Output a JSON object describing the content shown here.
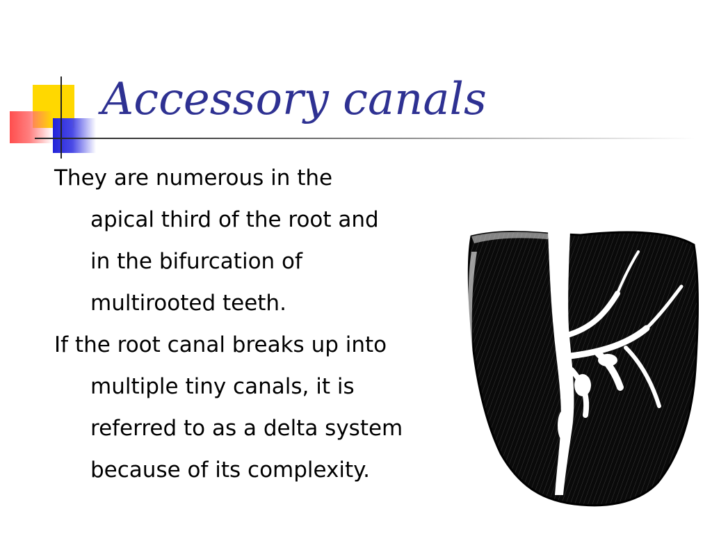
{
  "slide": {
    "title": "Accessory canals",
    "paragraphs": [
      {
        "lines": [
          "They are numerous in the",
          "apical third of the root and",
          "in the bifurcation of",
          "multirooted teeth."
        ]
      },
      {
        "lines": [
          "If the root canal breaks up into",
          "multiple tiny canals, it is",
          "referred to as a delta system",
          "because of its complexity."
        ]
      }
    ],
    "figure": {
      "icon": "tooth-cross-section-illustration"
    },
    "colors": {
      "title": "#2e3192",
      "logo_yellow": "#ffd800",
      "logo_red": "#ff3a3a",
      "logo_blue": "#2323d8"
    }
  }
}
